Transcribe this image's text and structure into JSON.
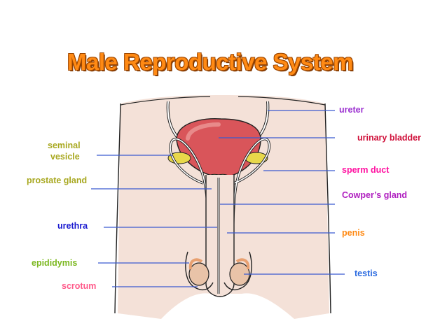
{
  "title": "Male Reproductive System",
  "labels": {
    "ureter": {
      "text": "ureter",
      "color": "#9b30d0"
    },
    "urinary_bladder": {
      "text": "urinary bladder",
      "color": "#d0103a"
    },
    "seminal_vesicle_1": {
      "text": "seminal",
      "color": "#a8a820"
    },
    "seminal_vesicle_2": {
      "text": "vesicle",
      "color": "#a8a820"
    },
    "sperm_duct": {
      "text": "sperm duct",
      "color": "#ff10a0"
    },
    "prostate_gland": {
      "text": "prostate gland",
      "color": "#a8a820"
    },
    "cowpers_gland": {
      "text": "Cowper’s gland",
      "color": "#b020c0"
    },
    "urethra": {
      "text": "urethra",
      "color": "#1a1ad0"
    },
    "penis": {
      "text": "penis",
      "color": "#ff8a14"
    },
    "epididymis": {
      "text": "epididymis",
      "color": "#7cb820"
    },
    "testis": {
      "text": "testis",
      "color": "#2a6ae0"
    },
    "scrotum": {
      "text": "scrotum",
      "color": "#ff5a8a"
    }
  },
  "colors": {
    "leader_line": "#3a5ad0",
    "skin": "#f4e1d8",
    "outline": "#222222",
    "bladder": "#d9555a",
    "gland": "#e8d84a",
    "prostate": "#a8d060",
    "cowper": "#e03030"
  }
}
